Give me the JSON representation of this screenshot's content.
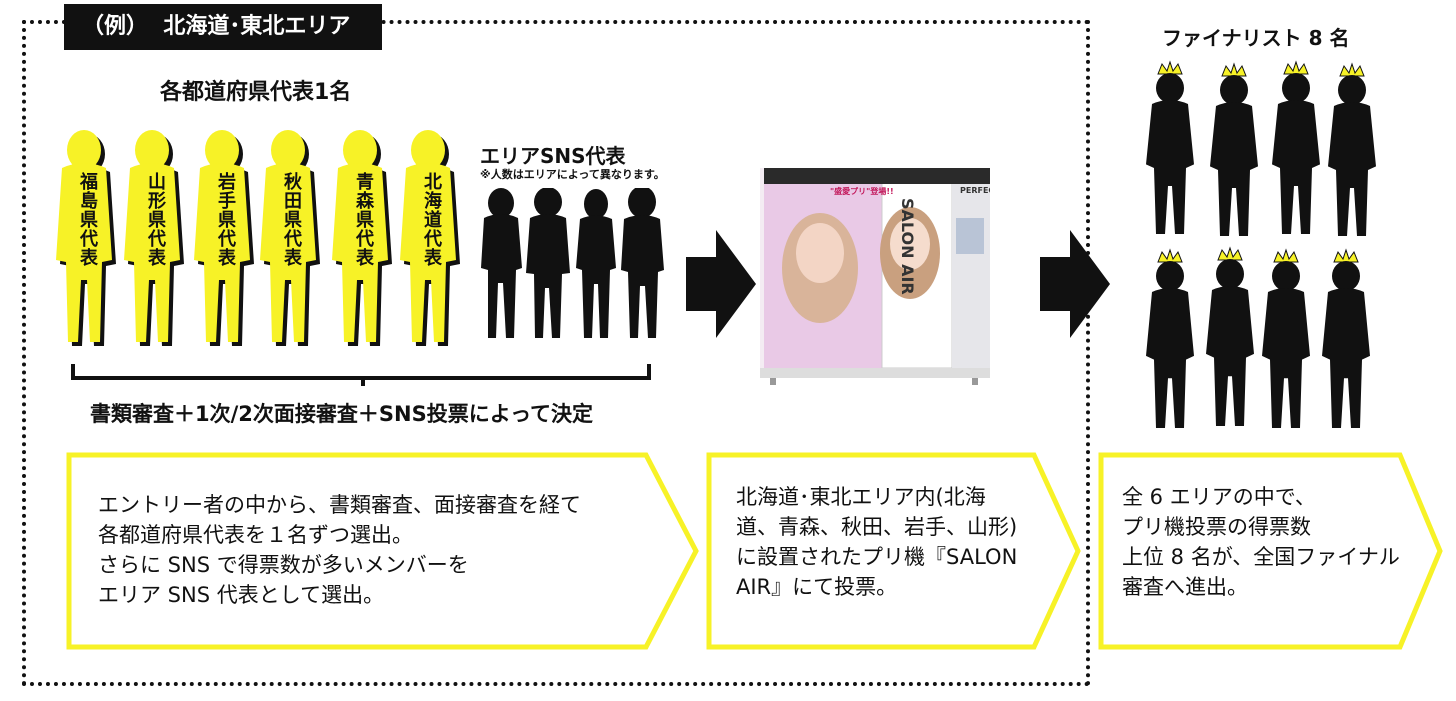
{
  "area_tag": "（例）  北海道･東北エリア",
  "left_section": {
    "title": "各都道府県代表1名",
    "prefecture_reps": [
      "福島県代表",
      "山形県代表",
      "岩手県代表",
      "秋田県代表",
      "青森県代表",
      "北海道代表"
    ],
    "sns_title": "エリアSNS代表",
    "sns_note": "※人数はエリアによって異なります。",
    "decision": "書類審査＋1次/2次面接審査＋SNS投票によって決定"
  },
  "booth": {
    "brand": "SALON AIR",
    "badge": "PERFECT",
    "tagline": "\"盛愛プリ\"登場!!"
  },
  "finalist_title": "ファイナリスト 8 名",
  "callouts": [
    {
      "lines": [
        "エントリー者の中から、書類審査、面接審査を経て",
        "各都道府県代表を１名ずつ選出。",
        "さらに SNS で得票数が多いメンバーを",
        "エリア SNS 代表として選出。"
      ]
    },
    {
      "lines": [
        "北海道･東北エリア内(北海",
        "道、青森、秋田、岩手、山形)",
        "に設置されたプリ機『SALON",
        "AIR』にて投票。"
      ]
    },
    {
      "lines": [
        "全 6 エリアの中で、",
        "プリ機投票の得票数",
        "上位 8 名が、全国ファイナル",
        "審査へ進出。"
      ]
    }
  ],
  "colors": {
    "yellow": "#f7f227",
    "silhouette": "#111111",
    "booth_pink": "#e9c9e6"
  }
}
